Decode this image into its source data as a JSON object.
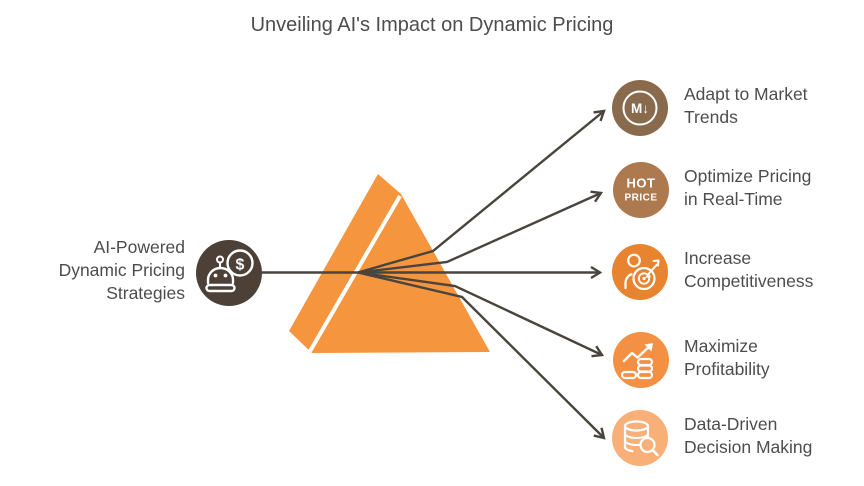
{
  "title": "Unveiling AI's Impact on Dynamic Pricing",
  "colors": {
    "text": "#4d4d4d",
    "line": "#4a443e",
    "prism": "#f5953d",
    "prism_highlight": "#ffffff",
    "source_circle": "#4d4037"
  },
  "source_node": {
    "label_lines": [
      "AI-Powered",
      "Dynamic Pricing",
      "Strategies"
    ],
    "icon": "robot-dollar-icon",
    "dollar_sign": "$",
    "color": "#4d4037"
  },
  "prism": {
    "icon": "prism-triangle",
    "color": "#f5953d"
  },
  "outcomes": [
    {
      "line1": "Adapt to Market",
      "line2": "Trends",
      "icon": "market-m-down-icon",
      "badge": "M↓",
      "color": "#8a6a4d"
    },
    {
      "line1": "Optimize Pricing",
      "line2": "in Real-Time",
      "icon": "hot-price-icon",
      "badge_top": "HOT",
      "badge_bottom": "PRICE",
      "color": "#ad7a50"
    },
    {
      "line1": "Increase",
      "line2": "Competitiveness",
      "icon": "person-target-icon",
      "color": "#e8832f"
    },
    {
      "line1": "Maximize",
      "line2": "Profitability",
      "icon": "growth-chart-coins-icon",
      "color": "#f39043"
    },
    {
      "line1": "Data-Driven",
      "line2": "Decision Making",
      "icon": "database-search-icon",
      "color": "#f8b078"
    }
  ]
}
